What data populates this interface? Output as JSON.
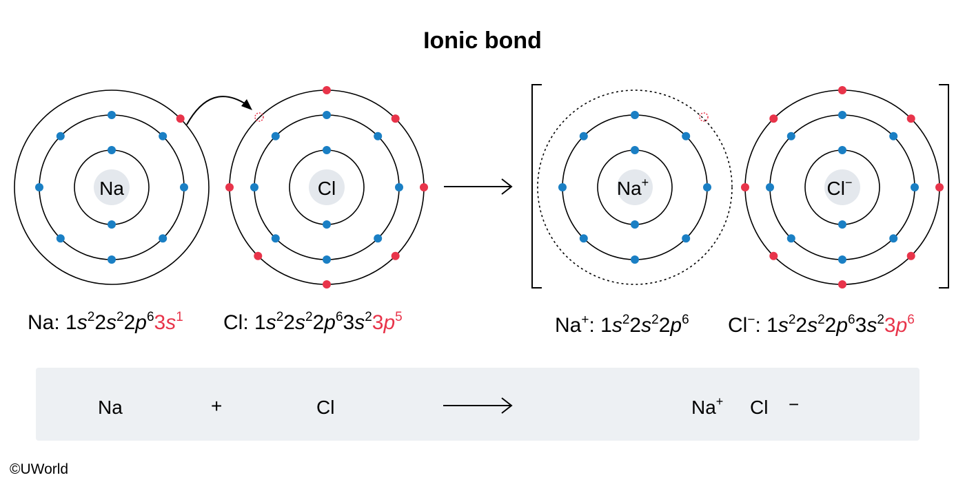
{
  "title": "Ionic bond",
  "colors": {
    "valence_electron": "#e8344a",
    "inner_electron": "#1a7fc4",
    "nucleus_fill": "#e4e8ed",
    "lewis_panel": "#edf0f3"
  },
  "atoms": {
    "na": {
      "label": "Na",
      "shells": [
        2,
        8,
        1
      ],
      "red_in_outer": 1
    },
    "cl": {
      "label": "Cl",
      "shells": [
        2,
        8,
        7
      ],
      "red_in_outer": 7
    },
    "na_ion": {
      "label": "Na",
      "charge": "+",
      "shells": [
        2,
        8
      ],
      "empty_outer_shell": true
    },
    "cl_ion": {
      "label": "Cl",
      "charge": "−",
      "shells": [
        2,
        8,
        8
      ],
      "red_in_outer": 8
    }
  },
  "configs": {
    "na": {
      "symbol": "Na",
      "colon": ":"
    },
    "cl": {
      "symbol": "Cl",
      "colon": ":"
    },
    "na_ion": {
      "symbol": "Na",
      "charge": "+",
      "colon": ":"
    },
    "cl_ion": {
      "symbol": "Cl",
      "charge": "−",
      "colon": ":"
    }
  },
  "orbitals": {
    "n1": "1",
    "n2": "2",
    "n3": "3",
    "s": "s",
    "p": "p",
    "e2": "2",
    "e6": "6",
    "e1": "1",
    "e5": "5"
  },
  "lewis": {
    "na": "Na",
    "plus": "+",
    "cl": "Cl",
    "product_na": "Na",
    "product_na_charge": "+",
    "product_cl": "Cl",
    "product_cl_charge": "−"
  },
  "copyright": "©UWorld"
}
